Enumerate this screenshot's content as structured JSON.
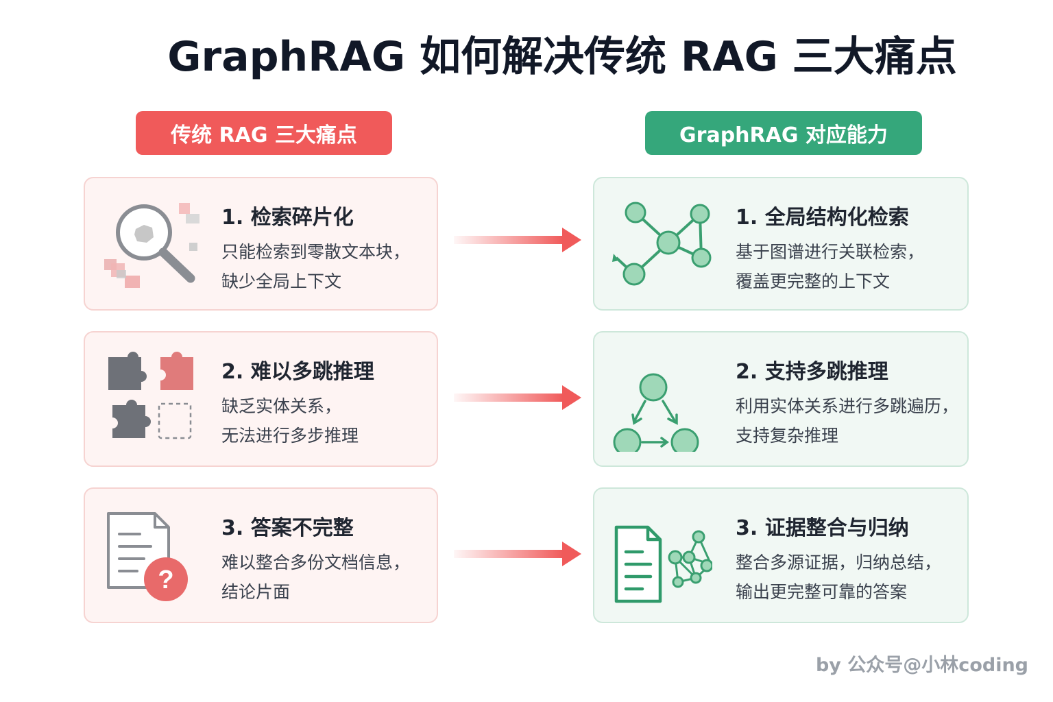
{
  "title": "GraphRAG 如何解决传统 RAG 三大痛点",
  "left_header": "传统 RAG 三大痛点",
  "right_header": "GraphRAG 对应能力",
  "pain_points": [
    {
      "title": "1. 检索碎片化",
      "lines": [
        "只能检索到零散文本块，",
        "缺少全局上下文"
      ],
      "icon": "magnifier-fragments-icon"
    },
    {
      "title": "2. 难以多跳推理",
      "lines": [
        "缺乏实体关系，",
        "无法进行多步推理"
      ],
      "icon": "puzzle-pieces-icon"
    },
    {
      "title": "3. 答案不完整",
      "lines": [
        "难以整合多份文档信息，",
        "结论片面"
      ],
      "icon": "document-question-icon"
    }
  ],
  "capabilities": [
    {
      "title": "1. 全局结构化检索",
      "lines": [
        "基于图谱进行关联检索，",
        "覆盖更完整的上下文"
      ],
      "icon": "graph-network-icon"
    },
    {
      "title": "2. 支持多跳推理",
      "lines": [
        "利用实体关系进行多跳遍历，",
        "支持复杂推理"
      ],
      "icon": "triangle-nodes-icon"
    },
    {
      "title": "3. 证据整合与归纳",
      "lines": [
        "整合多源证据，归纳总结，",
        "输出更完整可靠的答案"
      ],
      "icon": "document-graph-icon"
    }
  ],
  "footer": "by 公众号@小林coding",
  "colors": {
    "red_accent": "#f05a5a",
    "green_accent": "#35a77b",
    "red_card_bg": "#fef4f3",
    "green_card_bg": "#f1f8f4"
  }
}
